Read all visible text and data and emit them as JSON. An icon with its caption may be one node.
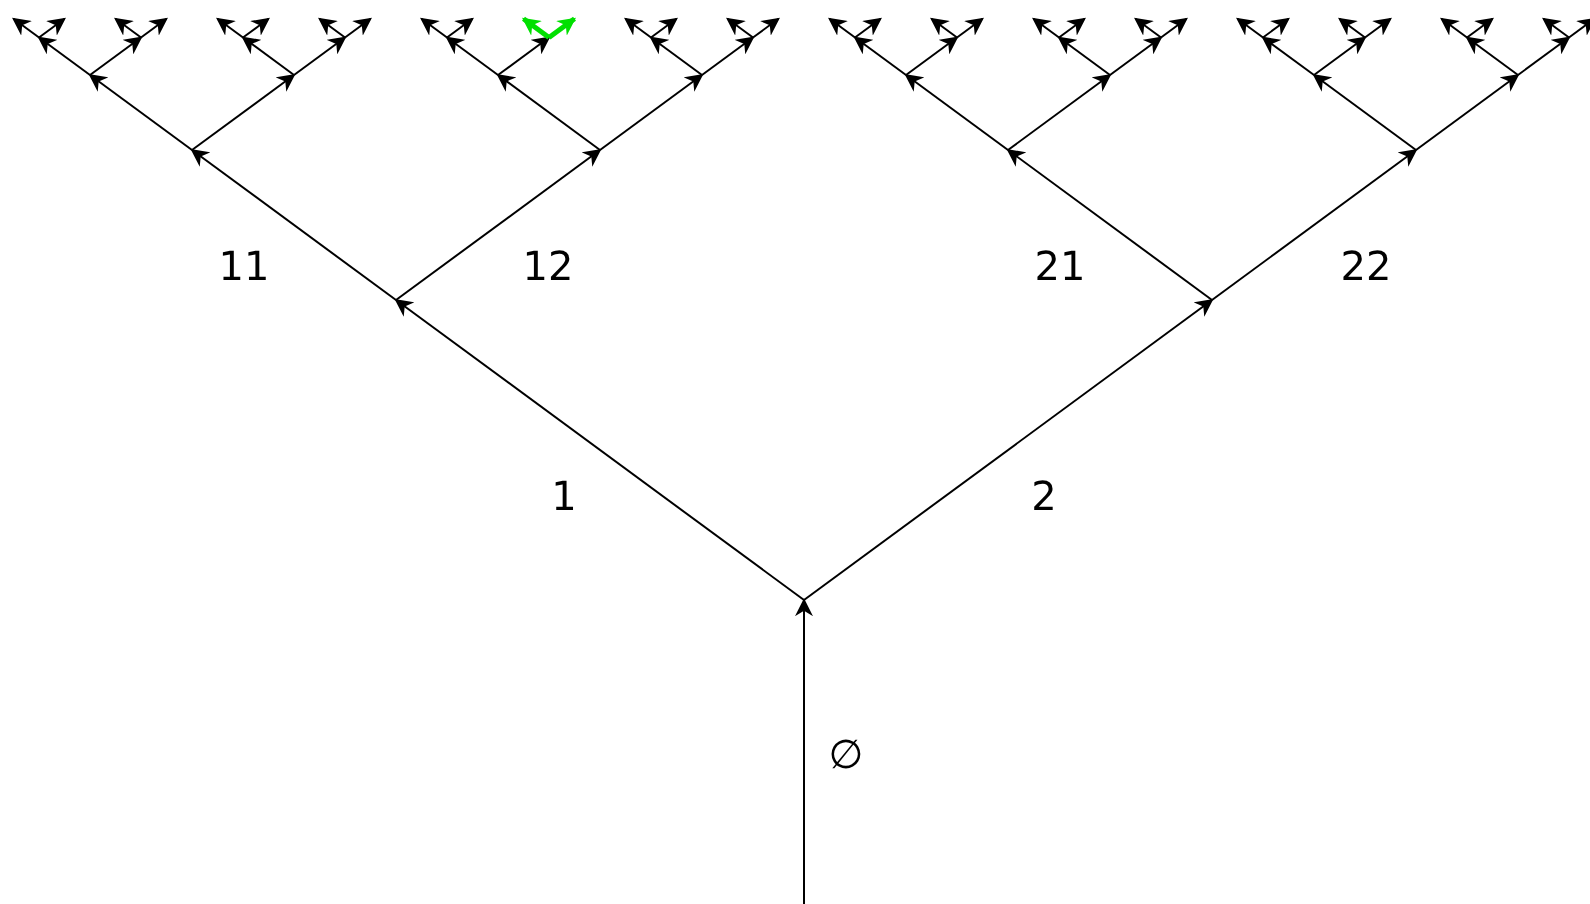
{
  "diagram": {
    "labels": [
      "11",
      "12",
      "21",
      "22",
      "1",
      "2",
      "∅"
    ]
  }
}
